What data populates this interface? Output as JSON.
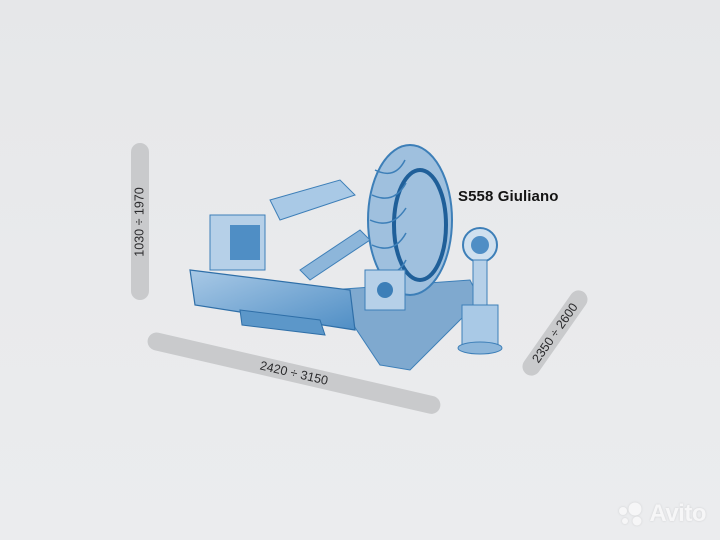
{
  "product": {
    "title": "S558 Giuliano"
  },
  "dimensions": {
    "height": "1030 ÷ 1970",
    "width": "2420 ÷ 3150",
    "depth": "2350 ÷ 2600"
  },
  "watermark": {
    "label": "Avito",
    "icon": "avito-dots-icon"
  },
  "colors": {
    "background": "#e8e9eb",
    "dimension_bar": "#c9cacc",
    "machine_tint": "#3d7fb8",
    "title_text": "#141414",
    "watermark": "#f6f6f7"
  }
}
